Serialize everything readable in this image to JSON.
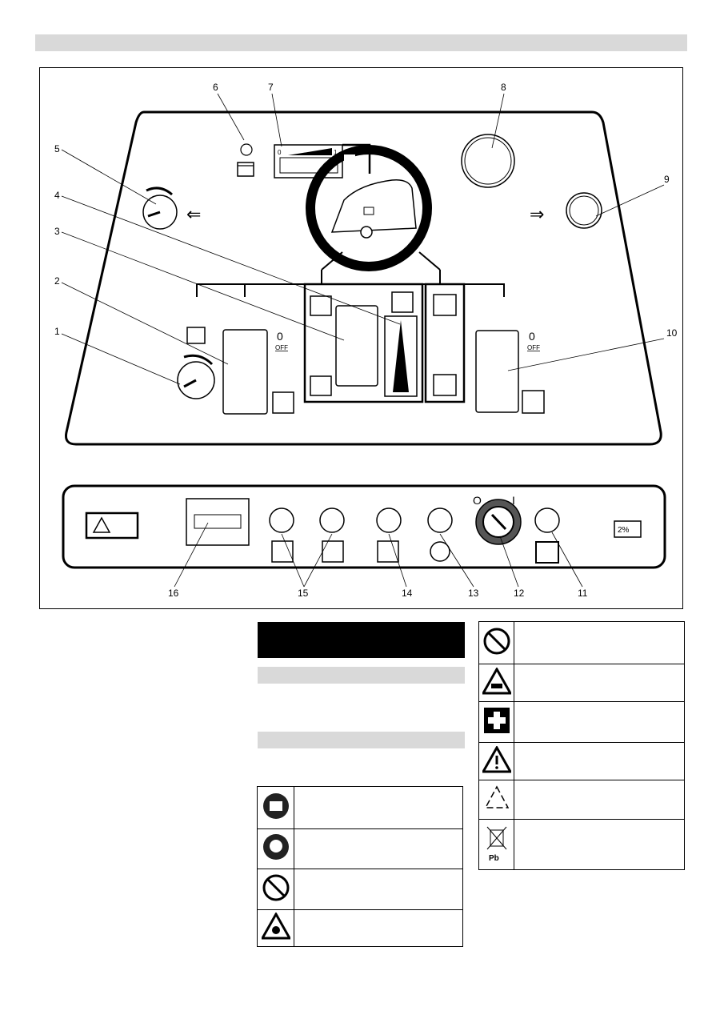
{
  "callouts": [
    "1",
    "2",
    "3",
    "4",
    "5",
    "6",
    "7",
    "8",
    "9",
    "10",
    "11",
    "12",
    "13",
    "14",
    "15",
    "16"
  ],
  "panel": {
    "meter_min": "0",
    "meter_max": "1",
    "off_label_left": "0",
    "off_sub_left": "OFF",
    "off_label_right": "0",
    "off_sub_right": "OFF",
    "key_off": "O",
    "key_on": "I",
    "slope": "2%",
    "pb": "Pb"
  },
  "symbols_left": [
    {
      "icon": "read-manual-icon"
    },
    {
      "icon": "eye-protection-icon"
    },
    {
      "icon": "no-children-icon"
    },
    {
      "icon": "explosive-hazard-icon"
    }
  ],
  "symbols_right": [
    {
      "icon": "no-fire-icon"
    },
    {
      "icon": "corrosive-hazard-icon"
    },
    {
      "icon": "first-aid-icon"
    },
    {
      "icon": "warning-icon"
    },
    {
      "icon": "recycle-icon"
    },
    {
      "icon": "no-trash-battery-icon"
    }
  ]
}
